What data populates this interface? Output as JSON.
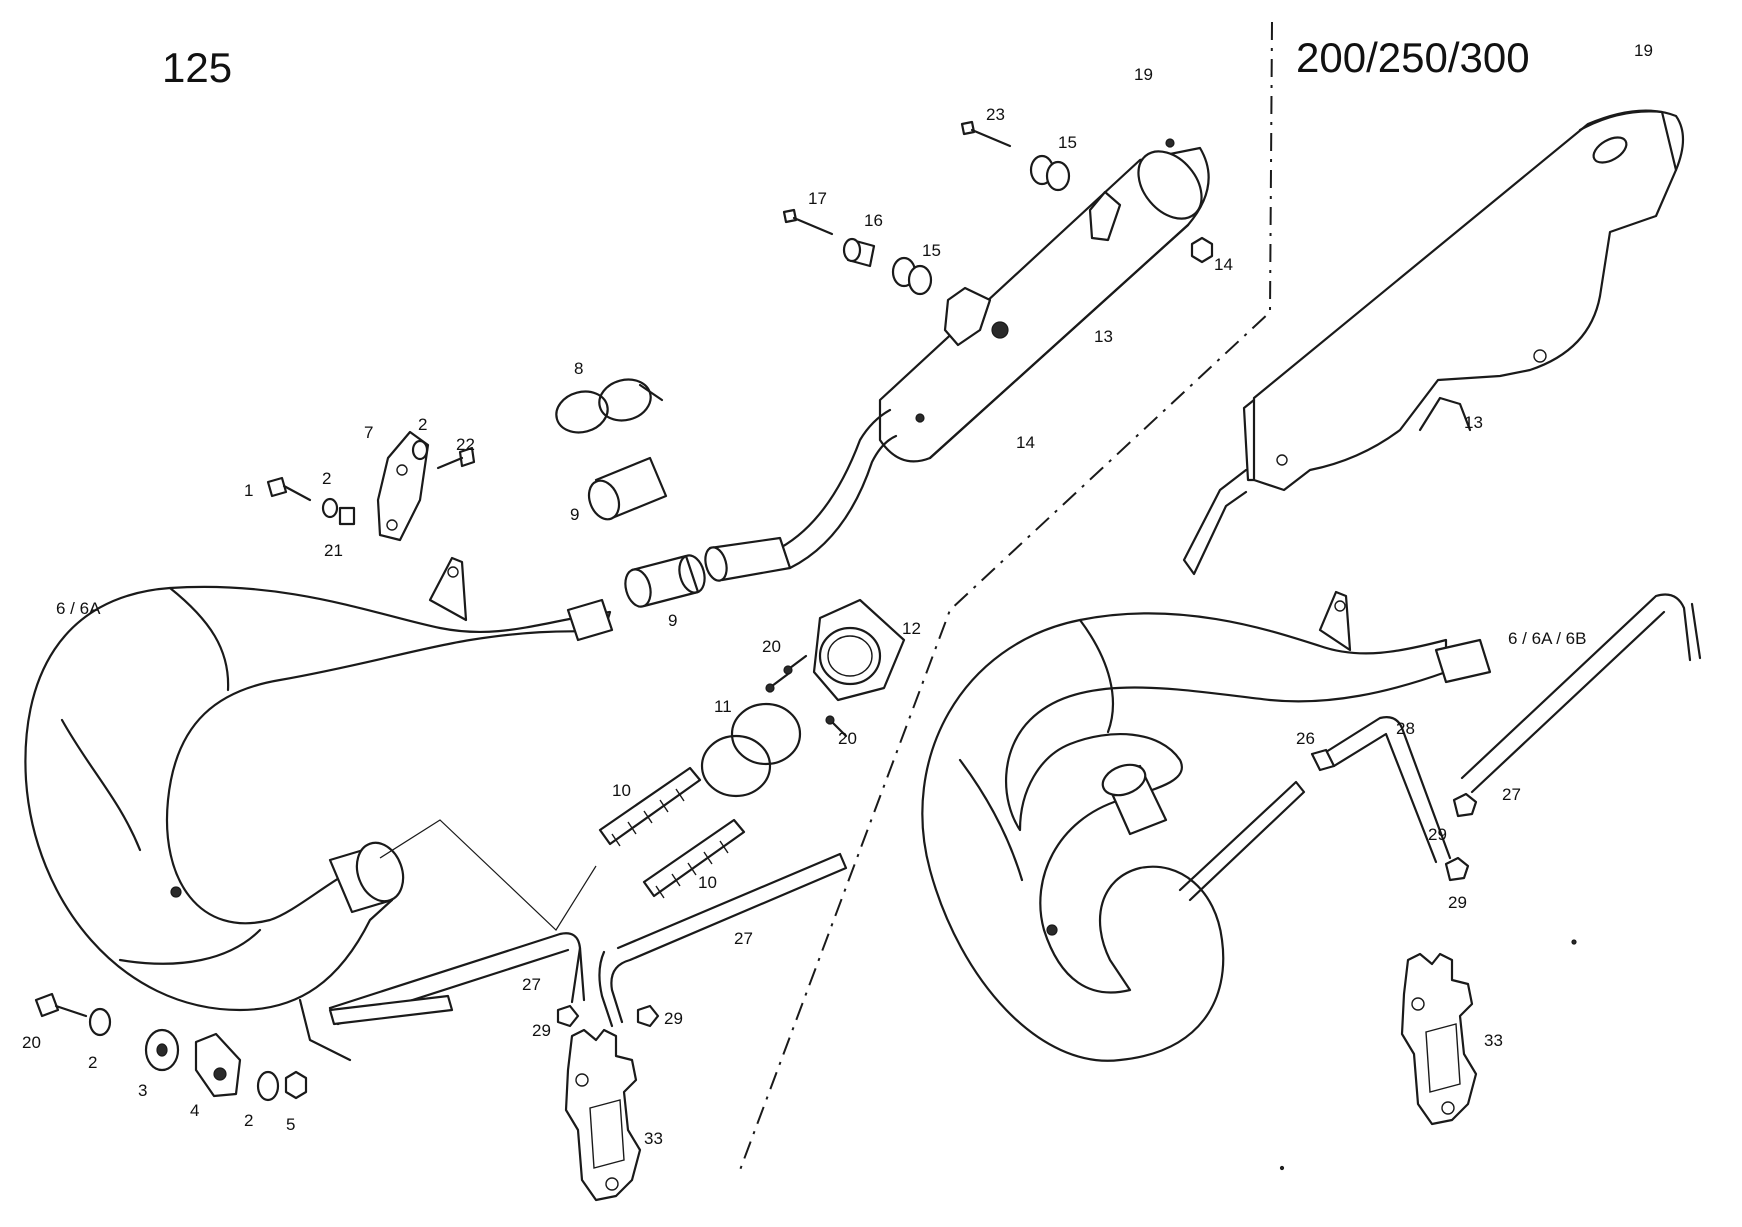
{
  "headings": {
    "left_model": "125",
    "right_model": "200/250/300"
  },
  "callouts_125": [
    {
      "id": "c-19",
      "text": "19"
    },
    {
      "id": "c-23",
      "text": "23"
    },
    {
      "id": "c-15a",
      "text": "15"
    },
    {
      "id": "c-17",
      "text": "17"
    },
    {
      "id": "c-16",
      "text": "16"
    },
    {
      "id": "c-15b",
      "text": "15"
    },
    {
      "id": "c-14a",
      "text": "14"
    },
    {
      "id": "c-13",
      "text": "13"
    },
    {
      "id": "c-14b",
      "text": "14"
    },
    {
      "id": "c-8",
      "text": "8"
    },
    {
      "id": "c-7",
      "text": "7"
    },
    {
      "id": "c-2a",
      "text": "2"
    },
    {
      "id": "c-22",
      "text": "22"
    },
    {
      "id": "c-1",
      "text": "1"
    },
    {
      "id": "c-2b",
      "text": "2"
    },
    {
      "id": "c-21",
      "text": "21"
    },
    {
      "id": "c-9a",
      "text": "9"
    },
    {
      "id": "c-9b",
      "text": "9"
    },
    {
      "id": "c-6",
      "text": "6 / 6A"
    },
    {
      "id": "c-12",
      "text": "12"
    },
    {
      "id": "c-20a",
      "text": "20"
    },
    {
      "id": "c-11",
      "text": "11"
    },
    {
      "id": "c-20b",
      "text": "20"
    },
    {
      "id": "c-10a",
      "text": "10"
    },
    {
      "id": "c-10b",
      "text": "10"
    },
    {
      "id": "c-27a",
      "text": "27"
    },
    {
      "id": "c-27b",
      "text": "27"
    },
    {
      "id": "c-29a",
      "text": "29"
    },
    {
      "id": "c-29b",
      "text": "29"
    },
    {
      "id": "c-33a",
      "text": "33"
    },
    {
      "id": "c-20c",
      "text": "20"
    },
    {
      "id": "c-2c",
      "text": "2"
    },
    {
      "id": "c-3",
      "text": "3"
    },
    {
      "id": "c-4",
      "text": "4"
    },
    {
      "id": "c-2d",
      "text": "2"
    },
    {
      "id": "c-5",
      "text": "5"
    }
  ],
  "callouts_200": [
    {
      "id": "d-19",
      "text": "19"
    },
    {
      "id": "d-13",
      "text": "13"
    },
    {
      "id": "d-6",
      "text": "6 / 6A / 6B"
    },
    {
      "id": "d-26",
      "text": "26"
    },
    {
      "id": "d-28",
      "text": "28"
    },
    {
      "id": "d-27",
      "text": "27"
    },
    {
      "id": "d-29a",
      "text": "29"
    },
    {
      "id": "d-29b",
      "text": "29"
    },
    {
      "id": "d-33",
      "text": "33"
    }
  ],
  "colors": {
    "line": "#1a1a1a",
    "background": "#ffffff"
  }
}
